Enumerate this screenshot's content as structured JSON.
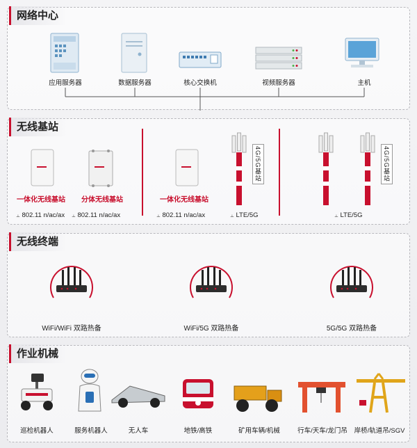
{
  "sections": {
    "network": {
      "title": "网络中心",
      "items": [
        "应用服务器",
        "数据服务器",
        "核心交换机",
        "视频服务器",
        "主机"
      ]
    },
    "wireless_bs": {
      "title": "无线基站",
      "labels": [
        "一体化无线基站",
        "分体无线基站",
        "一体化无线基站"
      ],
      "specs": [
        "802.11 n/ac/ax",
        "802.11 n/ac/ax",
        "802.11 n/ac/ax",
        "LTE/5G",
        "LTE/5G"
      ],
      "tower_text": "4G/5G基站"
    },
    "terminal": {
      "title": "无线终端",
      "labels": [
        "WiFi/WiFi 双路热备",
        "WiFi/5G 双路热备",
        "5G/5G 双路热备"
      ]
    },
    "machinery": {
      "title": "作业机械",
      "items": [
        "巡检机器人",
        "服务机器人",
        "无人车",
        "地铁/高铁",
        "矿用车辆/机械",
        "行车/天车/龙门吊",
        "岸桥/轨道吊/SGV"
      ]
    }
  },
  "colors": {
    "accent": "#c8102e",
    "border": "#b8b8bd"
  }
}
